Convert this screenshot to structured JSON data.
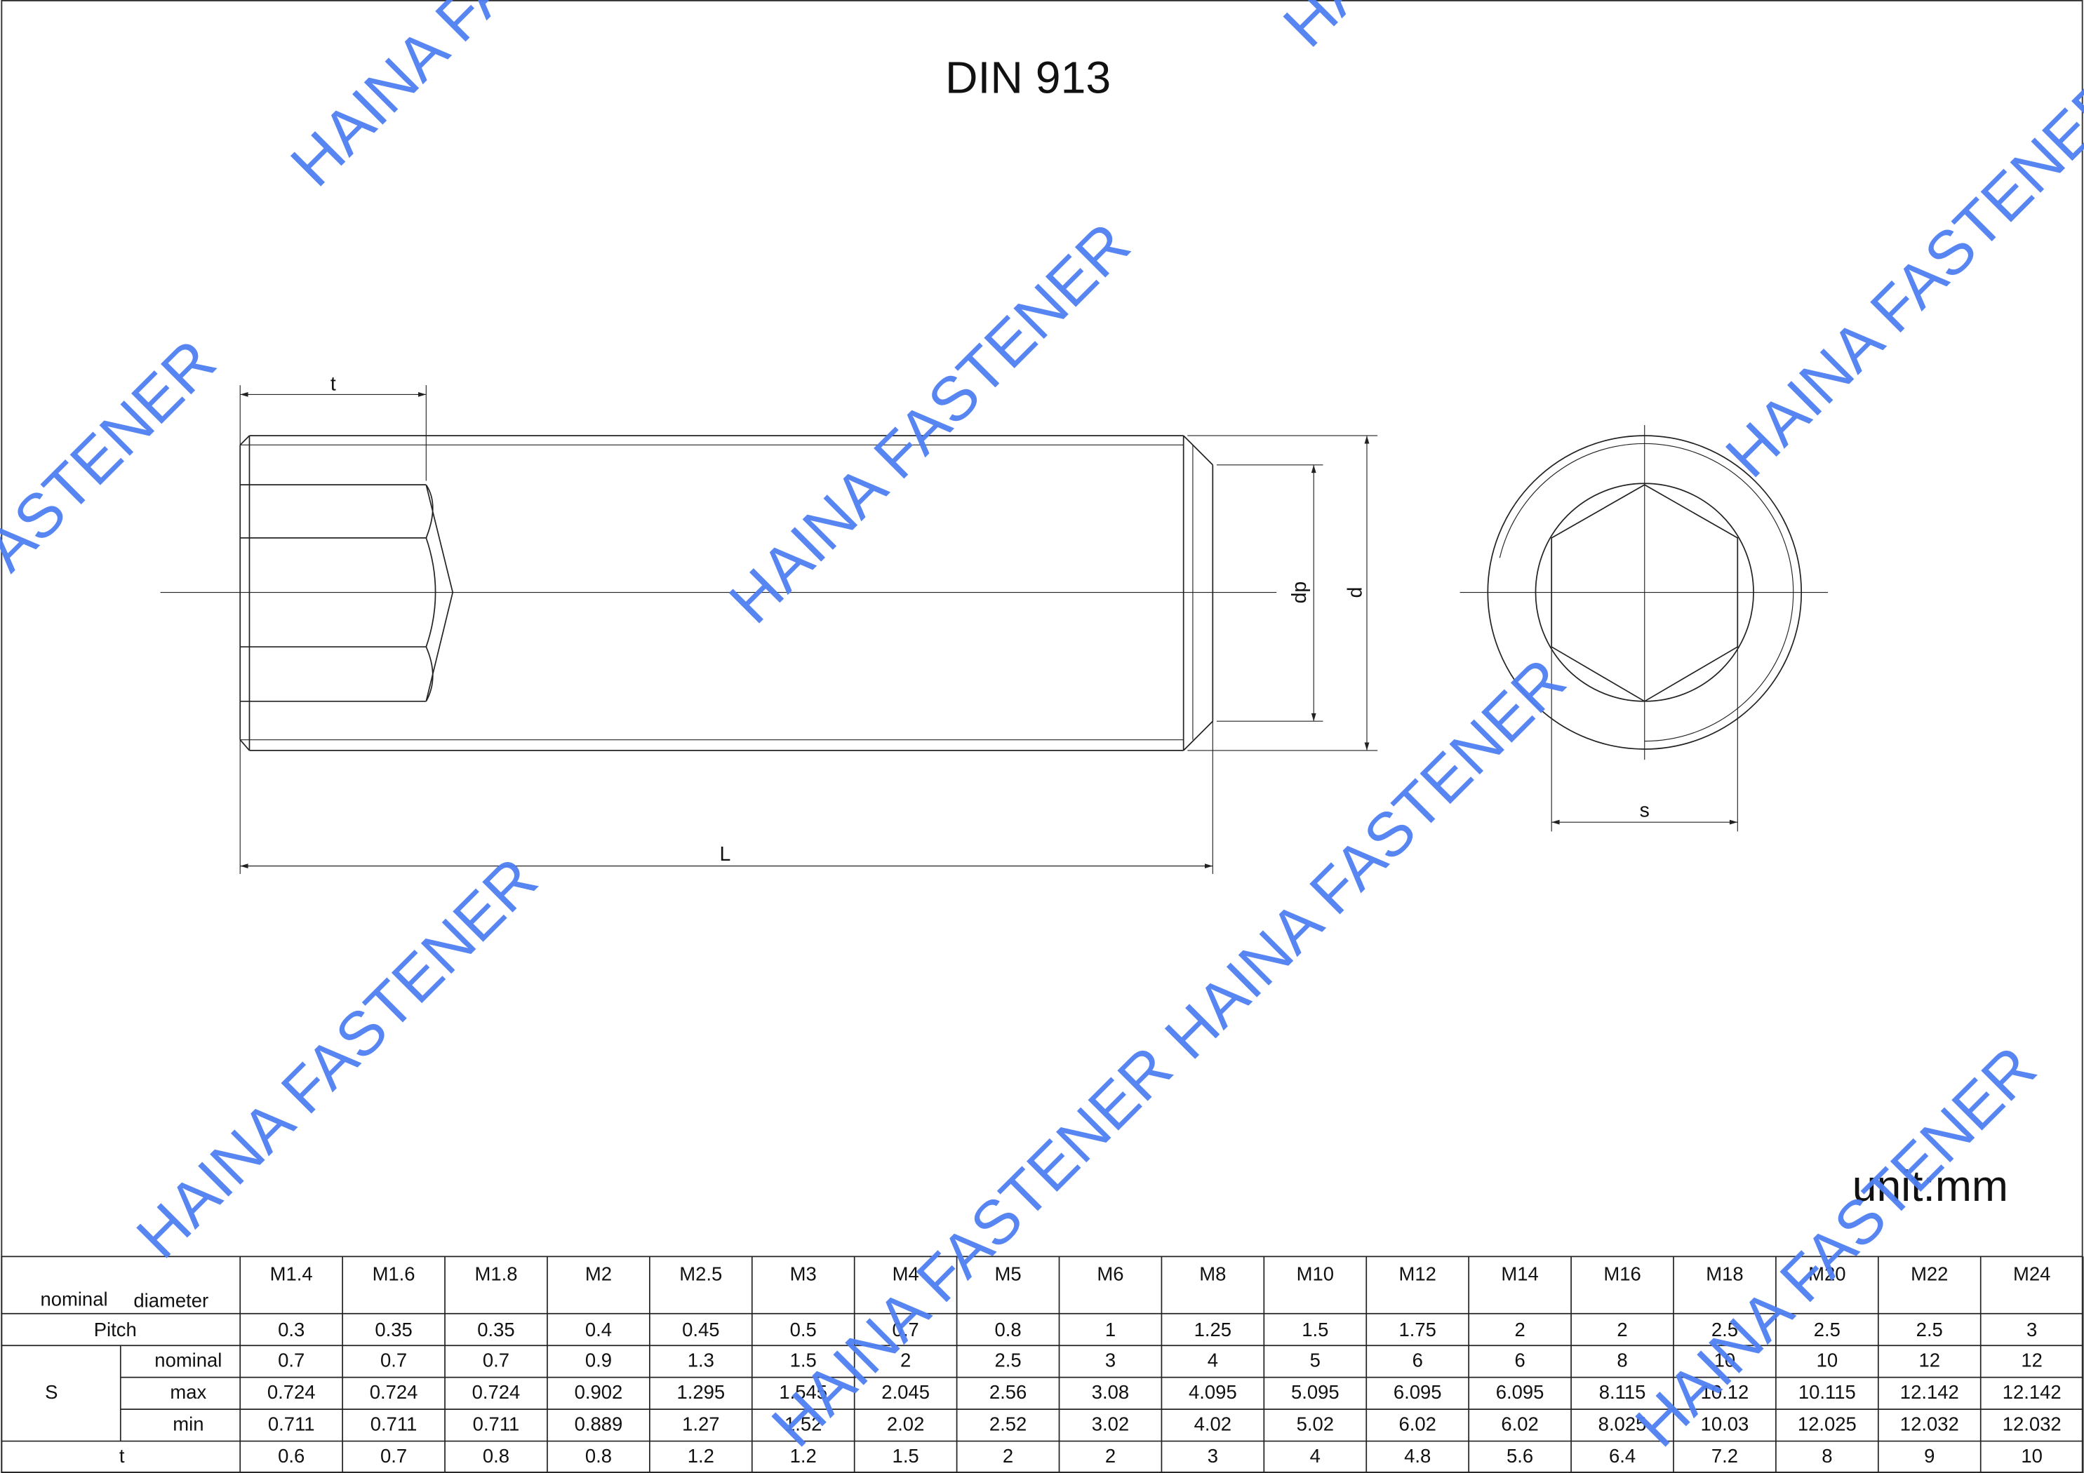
{
  "title": "DIN 913",
  "unit": "unit:mm",
  "dimension_labels": {
    "t": "t",
    "L": "L",
    "dp": "dp",
    "d": "d",
    "s": "s"
  },
  "watermark": {
    "text": "HAINA FASTENER",
    "color": "#4f7ff2"
  },
  "table": {
    "header_label": {
      "a": "nominal",
      "b": "diameter"
    },
    "sizes": [
      "M1.4",
      "M1.6",
      "M1.8",
      "M2",
      "M2.5",
      "M3",
      "M4",
      "M5",
      "M6",
      "M8",
      "M10",
      "M12",
      "M14",
      "M16",
      "M18",
      "M20",
      "M22",
      "M24"
    ],
    "pitch_label": "Pitch",
    "pitch": [
      "0.3",
      "0.35",
      "0.35",
      "0.4",
      "0.45",
      "0.5",
      "0.7",
      "0.8",
      "1",
      "1.25",
      "1.5",
      "1.75",
      "2",
      "2",
      "2.5",
      "2.5",
      "2.5",
      "3"
    ],
    "s_label": "S",
    "s_nominal_label": "nominal",
    "s_nominal": [
      "0.7",
      "0.7",
      "0.7",
      "0.9",
      "1.3",
      "1.5",
      "2",
      "2.5",
      "3",
      "4",
      "5",
      "6",
      "6",
      "8",
      "10",
      "10",
      "12",
      "12"
    ],
    "s_max_label": "max",
    "s_max": [
      "0.724",
      "0.724",
      "0.724",
      "0.902",
      "1.295",
      "1.545",
      "2.045",
      "2.56",
      "3.08",
      "4.095",
      "5.095",
      "6.095",
      "6.095",
      "8.115",
      "10.12",
      "10.115",
      "12.142",
      "12.142"
    ],
    "s_min_label": "min",
    "s_min": [
      "0.711",
      "0.711",
      "0.711",
      "0.889",
      "1.27",
      "1.52",
      "2.02",
      "2.52",
      "3.02",
      "4.02",
      "5.02",
      "6.02",
      "6.02",
      "8.025",
      "10.03",
      "12.025",
      "12.032",
      "12.032"
    ],
    "t_label": "t",
    "t": [
      "0.6",
      "0.7",
      "0.8",
      "0.8",
      "1.2",
      "1.2",
      "1.5",
      "2",
      "2",
      "3",
      "4",
      "4.8",
      "5.6",
      "6.4",
      "7.2",
      "8",
      "9",
      "10"
    ]
  }
}
